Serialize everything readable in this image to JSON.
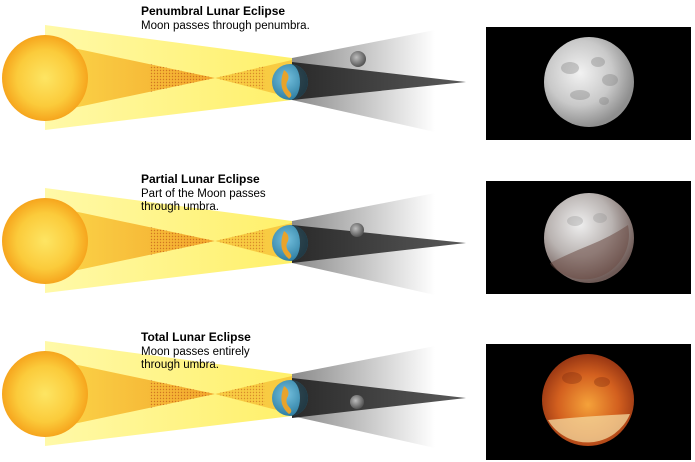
{
  "eclipses": [
    {
      "title": "Penumbral Lunar Eclipse",
      "description": "Moon passes through penumbra."
    },
    {
      "title": "Partial Lunar Eclipse",
      "description": "Part of the Moon passes through umbra."
    },
    {
      "title": "Total Lunar Eclipse",
      "description": "Moon passes entirely through umbra."
    }
  ],
  "colors": {
    "sun": "#f9b52a",
    "sun_glow": "#fde14a",
    "light_cone": "#fff36b",
    "earth_ocean": "#4fa3c7",
    "earth_land": "#e8a32b",
    "umbra": "#1a1a1a",
    "penumbra": "#cfcfcf",
    "photo_background": "#000000",
    "moon_penumbral": "#cfcfcf",
    "moon_partial": "#b7b2b0",
    "moon_total": "#c8541f"
  }
}
